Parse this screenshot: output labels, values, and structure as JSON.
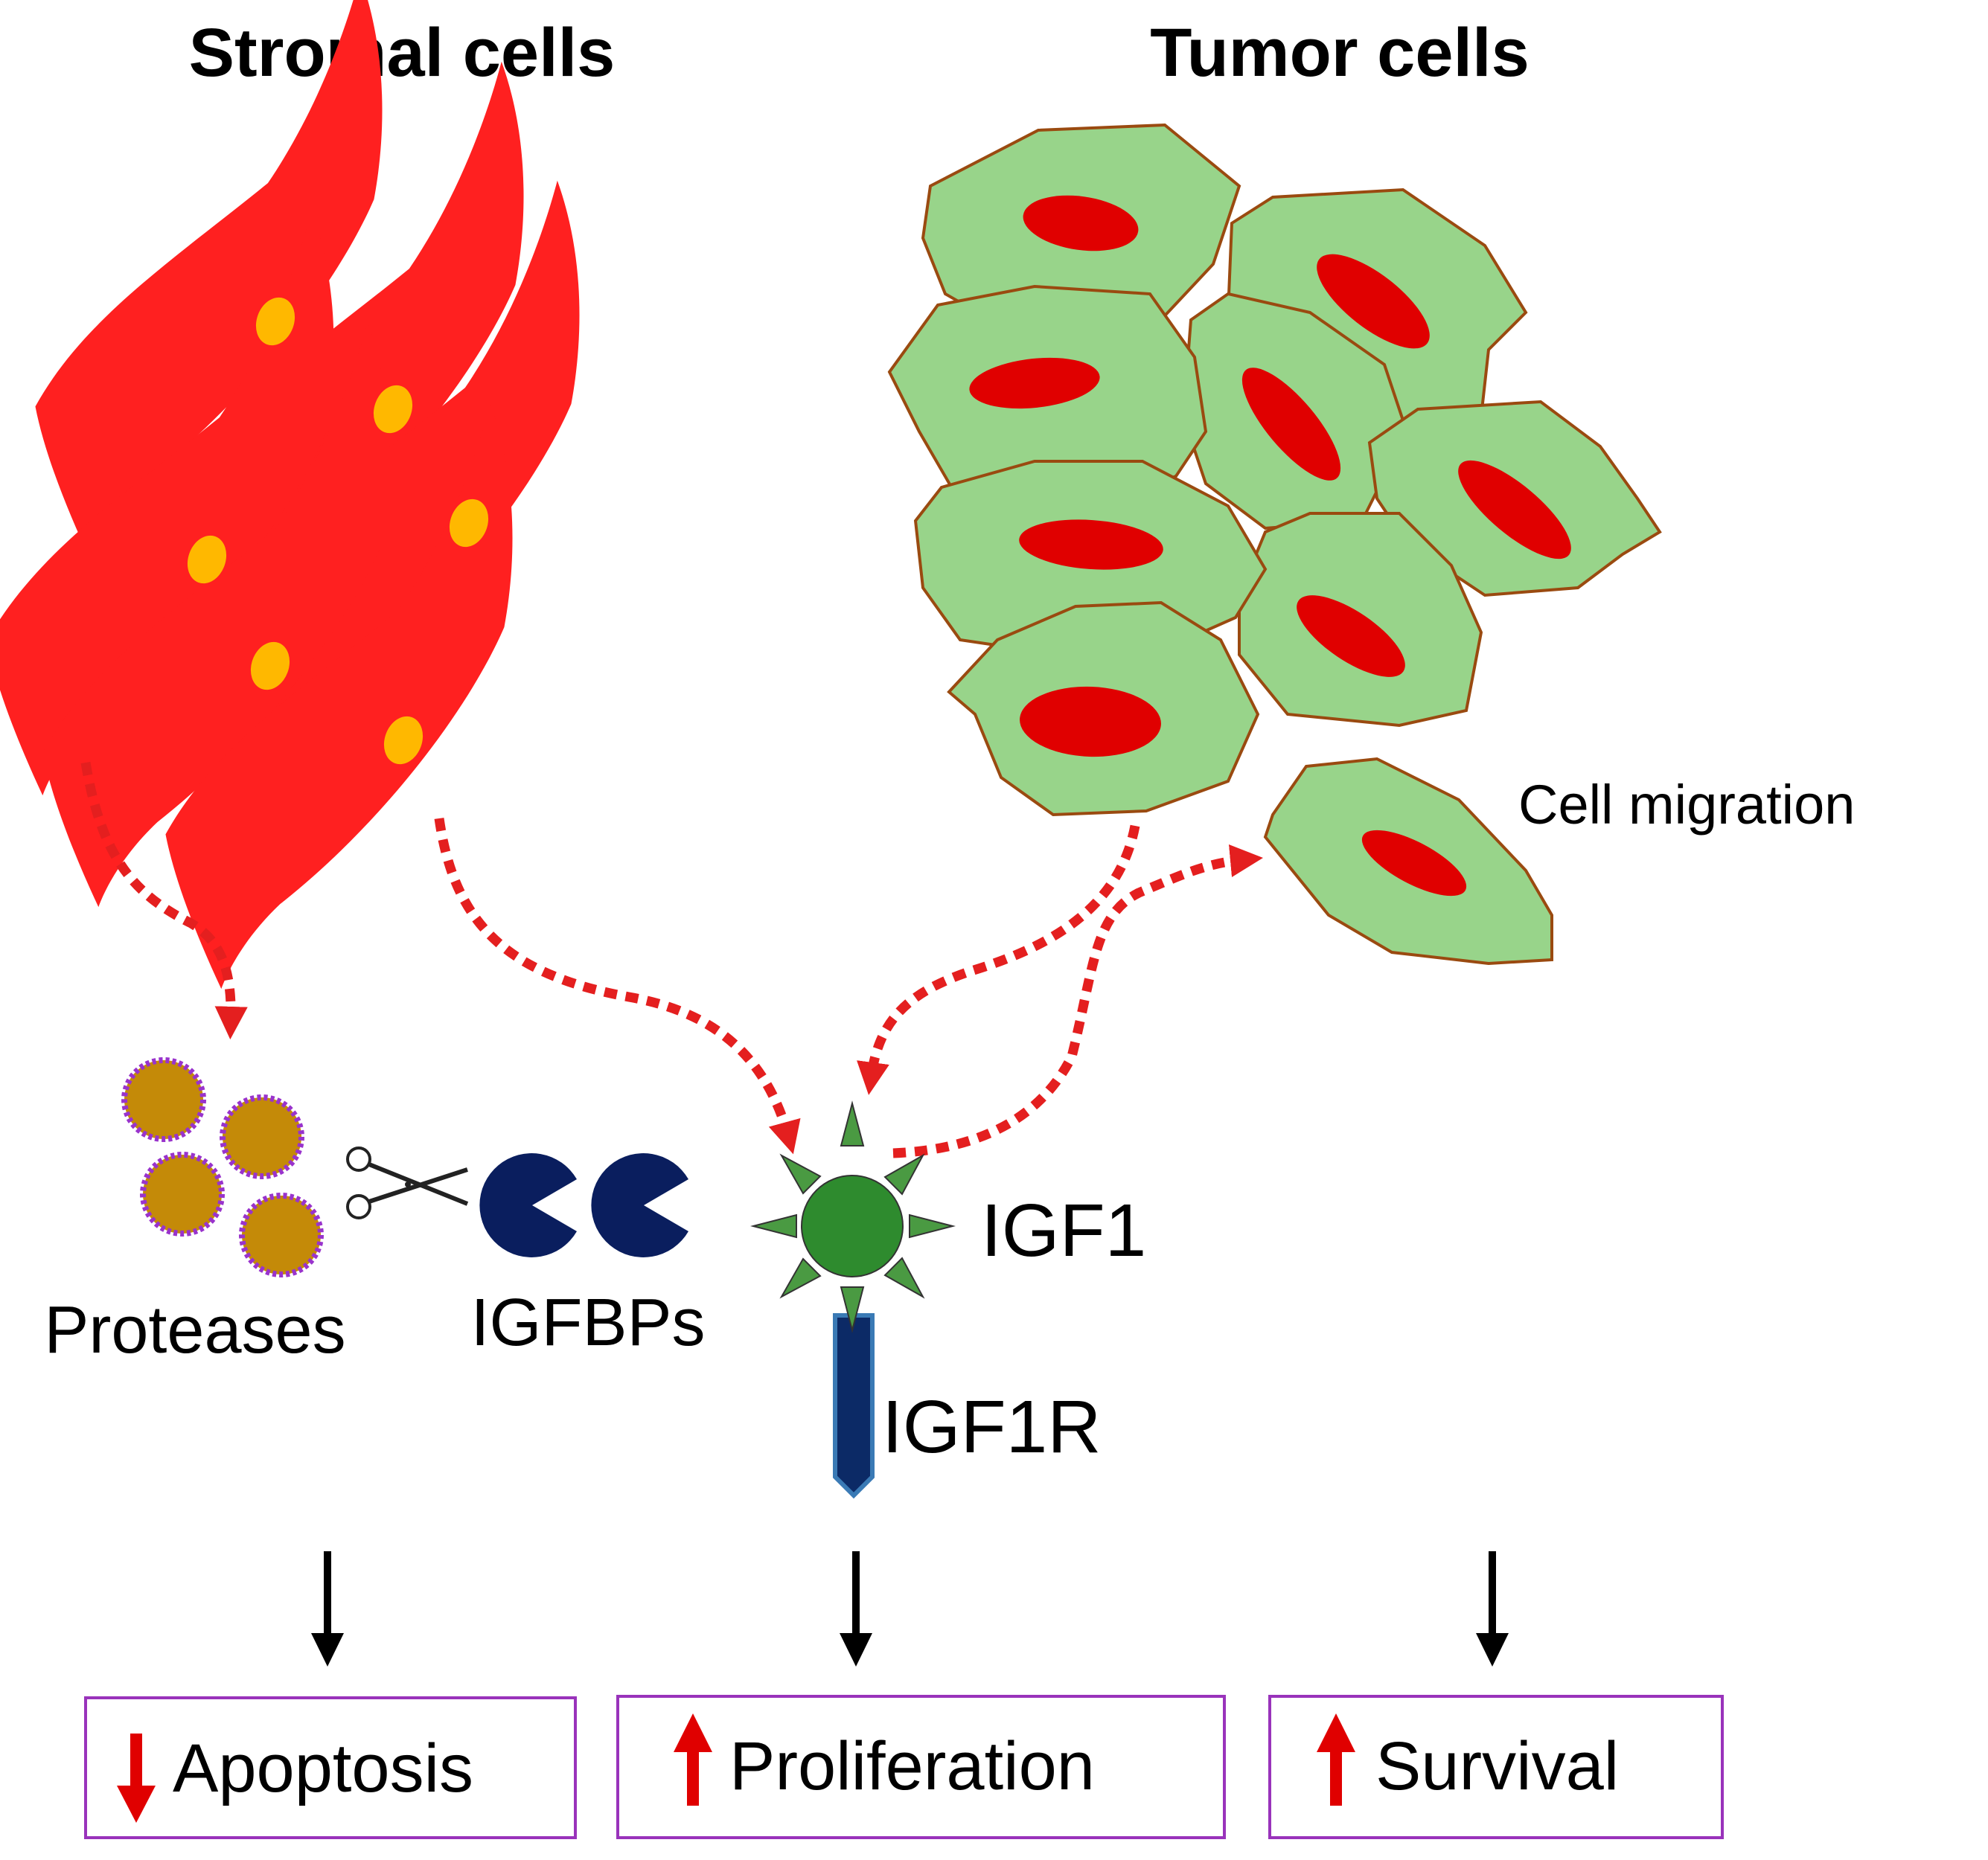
{
  "headings": {
    "stromal": "Stromal cells",
    "tumor": "Tumor cells"
  },
  "labels": {
    "cell_migration": "Cell migration",
    "proteases": "Proteases",
    "igfbps": "IGFBPs",
    "igf1": "IGF1",
    "igf1r": "IGF1R"
  },
  "outcomes": [
    {
      "label": "Apoptosis",
      "direction": "down"
    },
    {
      "label": "Proliferation",
      "direction": "up"
    },
    {
      "label": "Survival",
      "direction": "up"
    }
  ],
  "colors": {
    "stromal_cell": "#ff2020",
    "stromal_nucleus": "#ffb800",
    "tumor_cell": "#98d48a",
    "tumor_outline": "#9a4a10",
    "tumor_nucleus": "#e00000",
    "protease": "#c48a08",
    "protease_border": "#9933cc",
    "igfbp": "#0a1e5e",
    "igf1": "#2e8b2e",
    "igf1r": "#0c2a66",
    "box_border": "#9933bb",
    "arrow_red": "#e41f1f"
  },
  "icons": {
    "scissors": "scissors-icon",
    "arrow_up": "red-up-arrow-icon",
    "arrow_down": "red-down-arrow-icon"
  }
}
